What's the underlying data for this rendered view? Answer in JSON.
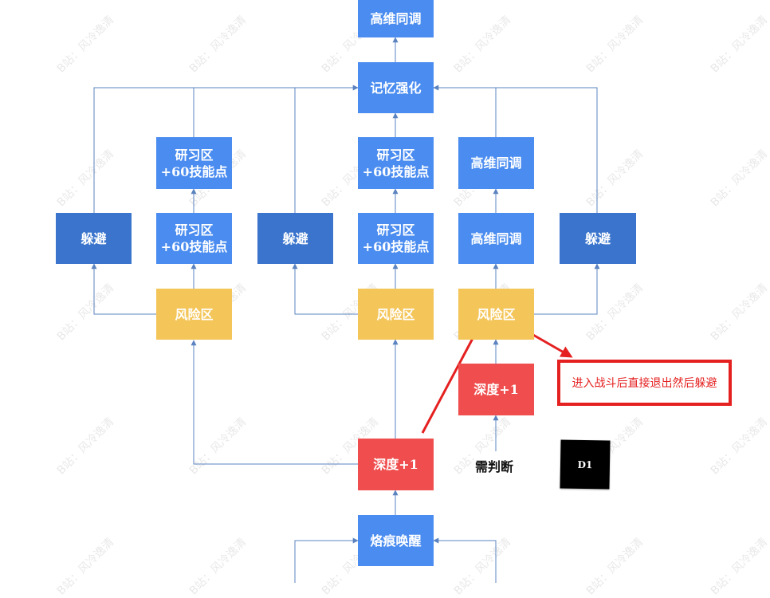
{
  "nodes": {
    "top_gaowei": "高维同调",
    "jiyi": "记忆强化",
    "yanxi_l2": "研习区\n+60技能点",
    "yanxi_c2": "研习区\n+60技能点",
    "gaowei_r2": "高维同调",
    "duobi_1": "躲避",
    "yanxi_l1": "研习区\n+60技能点",
    "duobi_2": "躲避",
    "yanxi_c1": "研习区\n+60技能点",
    "gaowei_r1": "高维同调",
    "duobi_3": "躲避",
    "risk_l": "风险区",
    "risk_c": "风险区",
    "risk_r": "风险区",
    "depth_r": "深度+1",
    "depth_c": "深度+1",
    "lachen": "烙痕唤醒"
  },
  "labels": {
    "need_judge": "需判断"
  },
  "callout": {
    "text": "进入战斗后直接退出然后躲避"
  },
  "stamp": {
    "text": "D1"
  },
  "watermark": {
    "text": "B站：风冷逸清"
  },
  "colors": {
    "blue": "#4a8cf0",
    "dark_blue": "#3a74cc",
    "yellow": "#f4c558",
    "red": "#f04e4e",
    "connector": "#5b83c0",
    "annotation": "#e52020"
  }
}
